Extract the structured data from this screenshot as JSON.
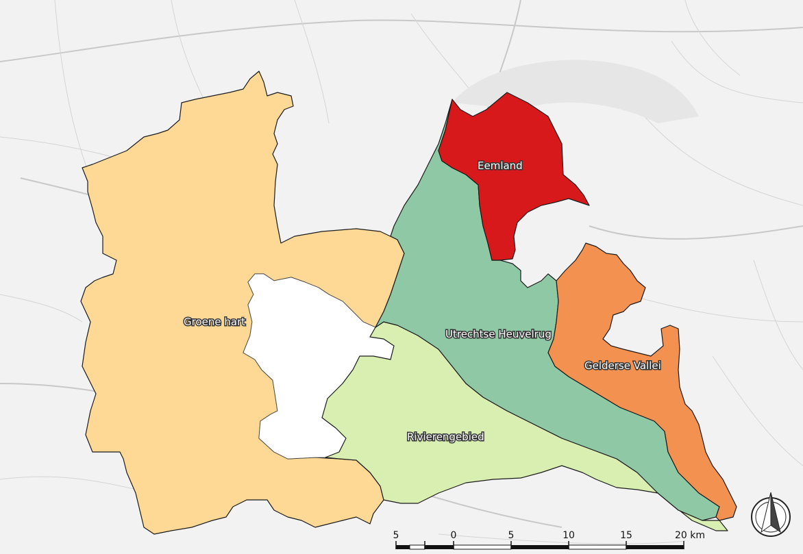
{
  "regions": {
    "groene_hart": {
      "label": "Groene hart",
      "color": "#fdd995"
    },
    "eemland": {
      "label": "Eemland",
      "color": "#d7191c"
    },
    "utrechtse_heuvelrug": {
      "label": "Utrechtse Heuvelrug",
      "color": "#8fc8a5"
    },
    "gelderse_vallei": {
      "label": "Gelderse Vallei",
      "color": "#f29150"
    },
    "rivierengebied": {
      "label": "Rivierengebied",
      "color": "#d9efb1"
    }
  },
  "scale_bar": {
    "labels": [
      "5",
      "0",
      "5",
      "10",
      "15",
      "20 km"
    ]
  },
  "north_arrow": {
    "icon": "north-arrow-icon"
  },
  "basemap": {
    "background": "#f2f2f2",
    "city_fill": "#ffffff"
  }
}
